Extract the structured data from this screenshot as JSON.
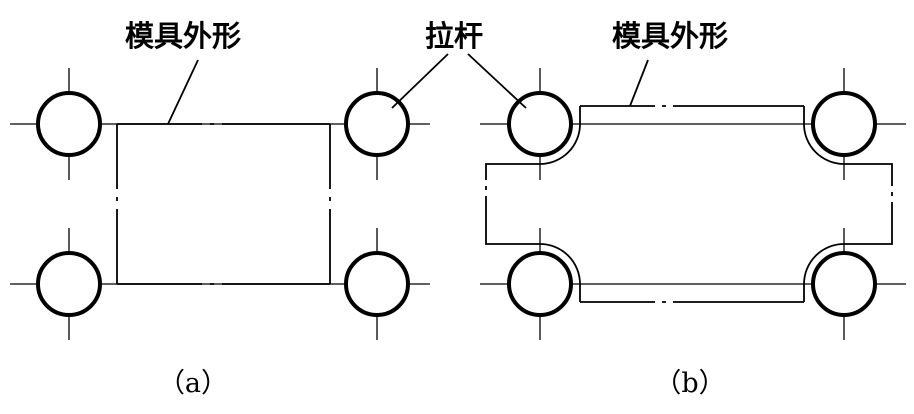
{
  "labels": {
    "mold_outline_a": "模具外形",
    "tie_bar": "拉杆",
    "mold_outline_b": "模具外形"
  },
  "captions": {
    "a": "（a）",
    "b": "（b）"
  },
  "colors": {
    "line": "#000000",
    "background": "#ffffff"
  }
}
